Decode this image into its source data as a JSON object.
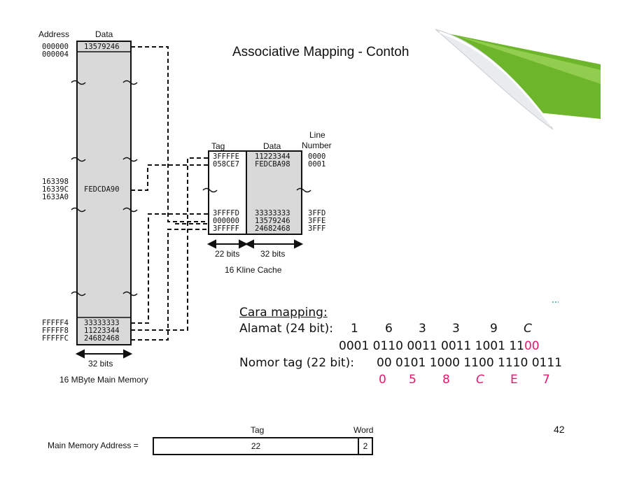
{
  "title": "Associative Mapping - Contoh",
  "page_number": "42",
  "main_memory": {
    "address_header": "Address",
    "data_header": "Data",
    "top_addresses": [
      "000000",
      "000004"
    ],
    "top_data": "13579246",
    "mid_addresses": [
      "163398",
      "16339C",
      "1633A0"
    ],
    "mid_data": "FEDCDA90",
    "bottom_addresses": [
      "FFFFF4",
      "FFFFF8",
      "FFFFFC"
    ],
    "bottom_data": [
      "33333333",
      "11223344",
      "24682468"
    ],
    "width_label": "32 bits",
    "caption": "16 MByte Main Memory"
  },
  "cache": {
    "tag_header": "Tag",
    "data_header": "Data",
    "line_header_1": "Line",
    "line_header_2": "Number",
    "top_rows": [
      {
        "tag": "3FFFFE",
        "data": "11223344",
        "line": "0000"
      },
      {
        "tag": "058CE7",
        "data": "FEDCBA98",
        "line": "0001"
      }
    ],
    "bottom_rows": [
      {
        "tag": "3FFFFD",
        "data": "33333333",
        "line": "3FFD"
      },
      {
        "tag": "000000",
        "data": "13579246",
        "line": "3FFE"
      },
      {
        "tag": "3FFFFF",
        "data": "24682468",
        "line": "3FFF"
      }
    ],
    "tag_width_label": "22 bits",
    "data_width_label": "32 bits",
    "caption": "16 Kline Cache"
  },
  "cara_mapping": {
    "heading": "Cara mapping:",
    "alamat_label": "Alamat (24 bit):",
    "alamat_hex": [
      "1",
      "6",
      "3",
      "3",
      "9",
      "C"
    ],
    "binary_black": "0001 0110 0011 0011 1001 11",
    "binary_pink": "00",
    "tag_label": "Nomor tag (22 bit):",
    "tag_binary": "00 0101 1000 1100 1110 0111",
    "tag_hex": [
      "0",
      "5",
      "8",
      "C",
      "E",
      "7"
    ]
  },
  "address_format": {
    "label": "Main Memory Address =",
    "tag_header": "Tag",
    "word_header": "Word",
    "tag_bits": "22",
    "word_bits": "2"
  }
}
